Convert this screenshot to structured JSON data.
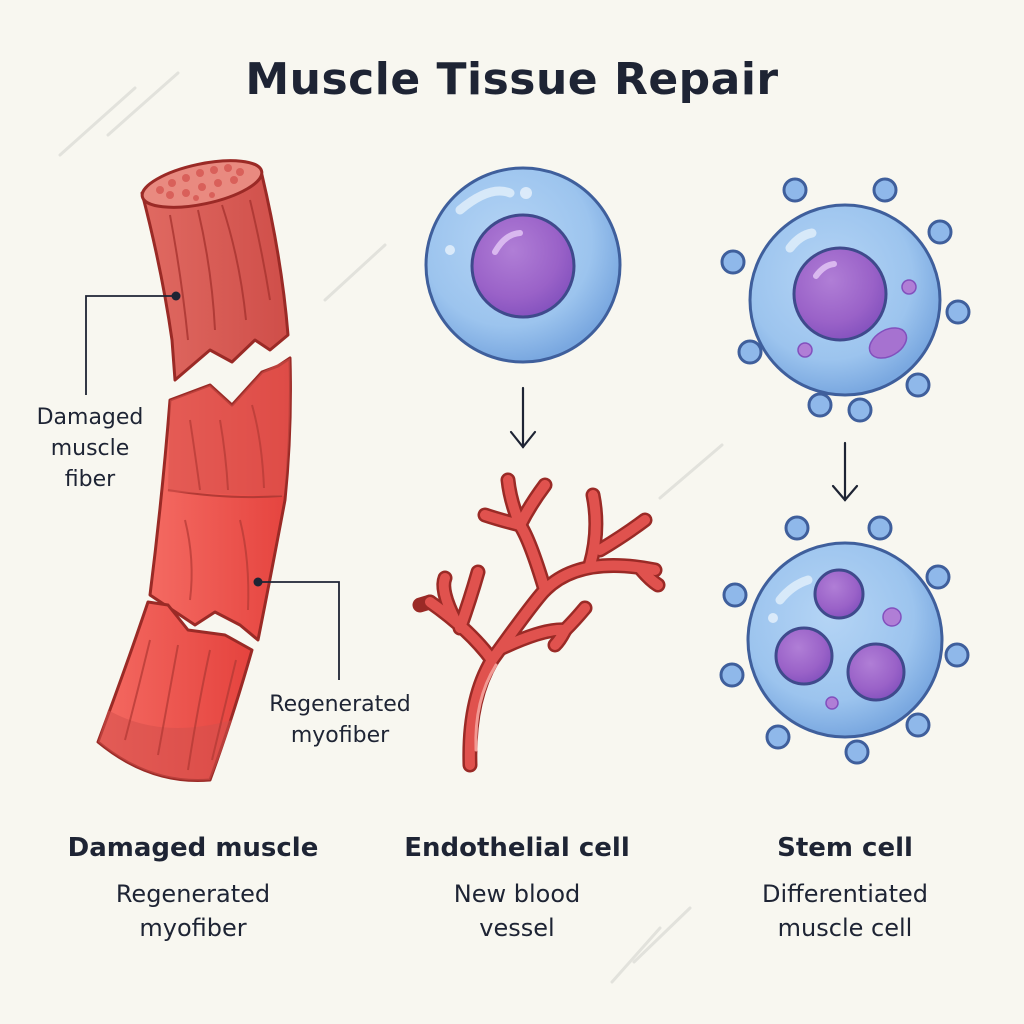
{
  "title": "Muscle Tissue Repair",
  "callouts": {
    "damaged": [
      "Damaged",
      "muscle",
      "fiber"
    ],
    "regenerated": [
      "Regenerated",
      "myofiber"
    ]
  },
  "columns": [
    {
      "title": "Damaged muscle",
      "subtitle": [
        "Regenerated",
        "myofiber"
      ]
    },
    {
      "title": "Endothelial cell",
      "subtitle": [
        "New blood",
        "vessel"
      ]
    },
    {
      "title": "Stem cell",
      "subtitle": [
        "Differentiated",
        "muscle cell"
      ]
    }
  ],
  "colors": {
    "background": "#f8f7f0",
    "text": "#1e2434",
    "muscle": "#dc5a55",
    "muscle_regenerated": "#ee4e48",
    "muscle_outline": "#9a2a26",
    "vessel": "#e0524e",
    "cell_body": "#9cc4ee",
    "cell_outline": "#3f5f9c",
    "nucleus": "#9a62c8"
  }
}
